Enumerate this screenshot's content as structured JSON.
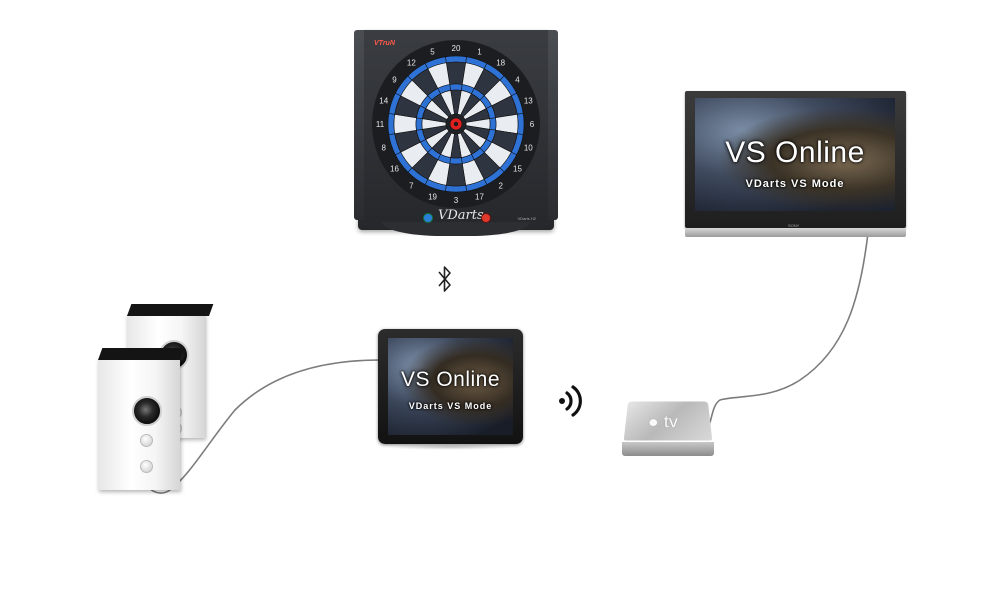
{
  "dartboard": {
    "brand_small": "VTruN",
    "brand_label": "VDarts",
    "model_label": "VDarts H2",
    "numbers": [
      "20",
      "1",
      "18",
      "4",
      "13",
      "6",
      "10",
      "15",
      "2",
      "17",
      "3",
      "19",
      "7",
      "16",
      "8",
      "11",
      "14",
      "9",
      "12",
      "5"
    ],
    "colors": {
      "dark_segment": "#2e3440",
      "light_segment": "#e9edf2",
      "ring_blue": "#2f72d6",
      "bull_red": "#e0201e"
    }
  },
  "tv": {
    "title": "VS Online",
    "subtitle": "VDarts VS Mode",
    "brand": "SONY"
  },
  "tablet": {
    "title": "VS Online",
    "subtitle": "VDarts VS Mode"
  },
  "apple_tv": {
    "logo_text": "tv"
  },
  "icons": {
    "bluetooth": "bluetooth-icon",
    "wireless": "wireless-signal-icon",
    "apple": "apple-icon"
  }
}
